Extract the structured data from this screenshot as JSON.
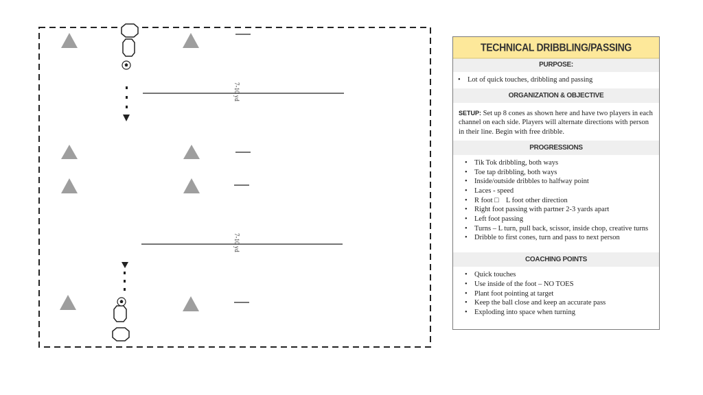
{
  "field": {
    "distance_label_top": "7-10 yd",
    "distance_label_bottom": "7-10 yd",
    "cone_color": "#9e9e9e",
    "border_color": "#222222"
  },
  "panel": {
    "title": "Technical Dribbling/Passing",
    "title_bg": "#fde89a",
    "purpose": {
      "heading": "Purpose:",
      "items": [
        "Lot of quick touches, dribbling and passing"
      ]
    },
    "organization": {
      "heading": "Organization & Objective",
      "setup_label": "SETUP:",
      "setup_text": " Set up 8 cones as shown here and have two players in each channel on each side. Players will alternate directions with person in their line. Begin with free dribble."
    },
    "progressions": {
      "heading": "Progressions",
      "items": [
        "Tik Tok dribbling, both ways",
        "Toe tap dribbling, both ways",
        "Inside/outside dribbles to halfway point",
        "Laces - speed",
        "R foot □    L foot other direction",
        "Right foot passing with partner 2-3 yards apart",
        "Left foot passing",
        "Turns – L turn, pull back, scissor, inside chop, creative turns",
        "Dribble to first cones, turn and pass to next person"
      ]
    },
    "coaching": {
      "heading": "Coaching Points",
      "items": [
        "Quick touches",
        "Use inside of the foot – NO TOES",
        "Plant foot pointing at target",
        "Keep the ball close and keep an accurate pass",
        "Exploding into space when turning"
      ]
    }
  }
}
